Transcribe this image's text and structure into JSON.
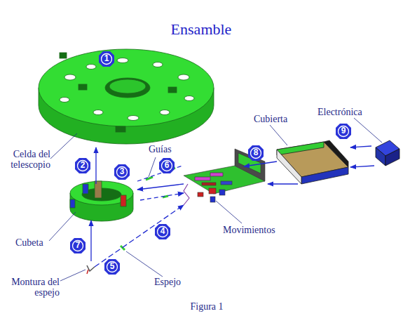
{
  "diagram": {
    "title": "Ensamble",
    "caption": "Figura 1",
    "labels": [
      "1",
      "2",
      "3",
      "4",
      "5",
      "6",
      "7",
      "8",
      "9",
      "Celda del telescopio",
      "Guías",
      "Cubeta",
      "Movimientos",
      "Cubierta",
      "Electrónica",
      "Espejo",
      "Montura del espejo"
    ]
  }
}
